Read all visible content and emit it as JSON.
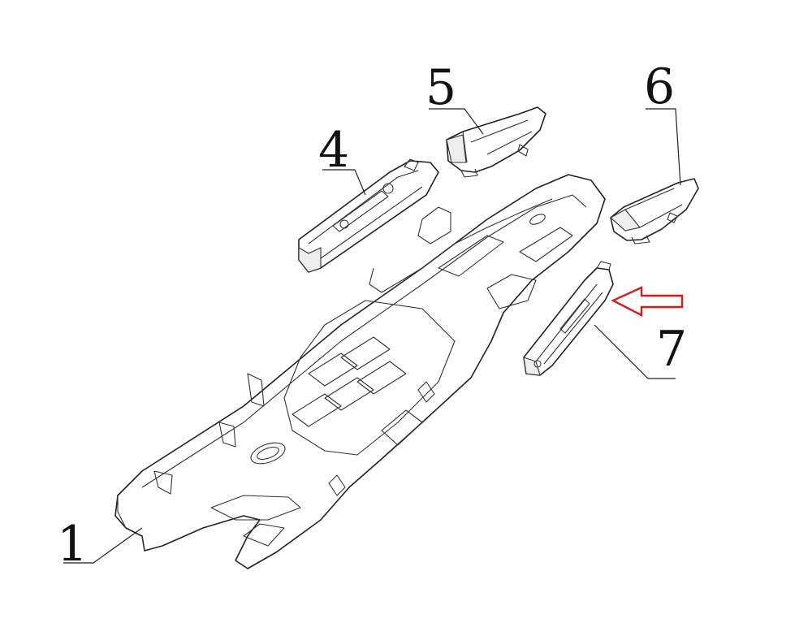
{
  "callouts": [
    {
      "id": "1",
      "text": "1"
    },
    {
      "id": "4",
      "text": "4"
    },
    {
      "id": "5",
      "text": "5"
    },
    {
      "id": "6",
      "text": "6"
    },
    {
      "id": "7",
      "text": "7"
    }
  ],
  "colors": {
    "line": "#222222",
    "highlight_arrow": "#cc1f1f",
    "background": "#ffffff"
  }
}
